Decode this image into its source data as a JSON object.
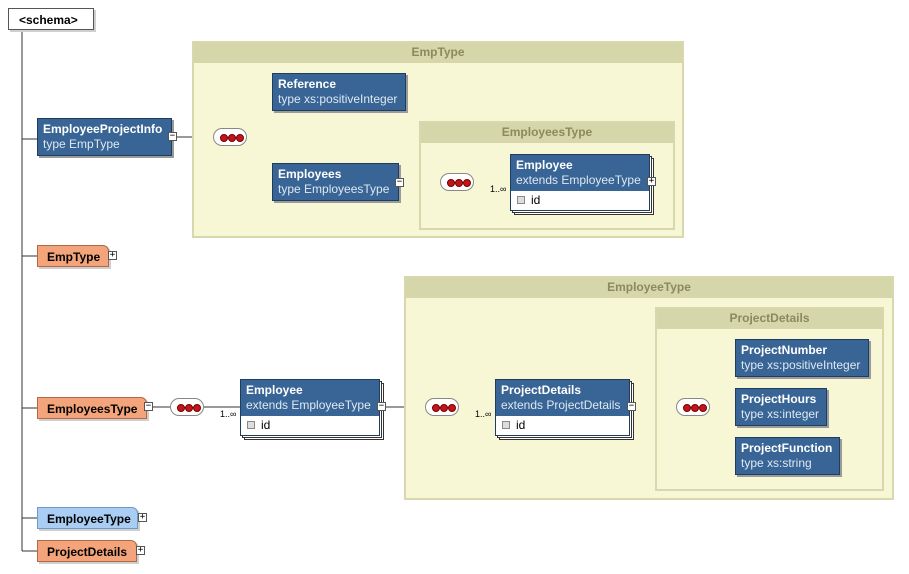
{
  "schema_root": "<schema>",
  "groups": {
    "emptype": "EmpType",
    "employeestype": "EmployeesType",
    "employeetype": "EmployeeType",
    "projectdetails": "ProjectDetails"
  },
  "elements": {
    "employee_project_info": {
      "name": "EmployeeProjectInfo",
      "type": "type  EmpType"
    },
    "reference": {
      "name": "Reference",
      "type": "type  xs:positiveInteger"
    },
    "employees": {
      "name": "Employees",
      "type": "type  EmployeesType"
    },
    "employee_inner": {
      "name": "Employee",
      "type": "extends  EmployeeType",
      "attr": "id"
    },
    "employee_main": {
      "name": "Employee",
      "type": "extends  EmployeeType",
      "attr": "id"
    },
    "project_details": {
      "name": "ProjectDetails",
      "type": "extends  ProjectDetails",
      "attr": "id"
    },
    "project_number": {
      "name": "ProjectNumber",
      "type": "type  xs:positiveInteger"
    },
    "project_hours": {
      "name": "ProjectHours",
      "type": "type  xs:integer"
    },
    "project_function": {
      "name": "ProjectFunction",
      "type": "type  xs:string"
    }
  },
  "type_nodes": {
    "emptype": "EmpType",
    "employeestype": "EmployeesType",
    "employeetype": "EmployeeType",
    "projectdetails": "ProjectDetails"
  },
  "cardinality": "1..∞",
  "expanders": {
    "plus": "+",
    "minus": "−"
  },
  "colors": {
    "element_blue": "#386595",
    "complex_type_orange": "#f4a47a",
    "simple_type_blue": "#a9cdf3",
    "group_background": "#f7f7d6",
    "sequence_dot_red": "#c0161b"
  }
}
